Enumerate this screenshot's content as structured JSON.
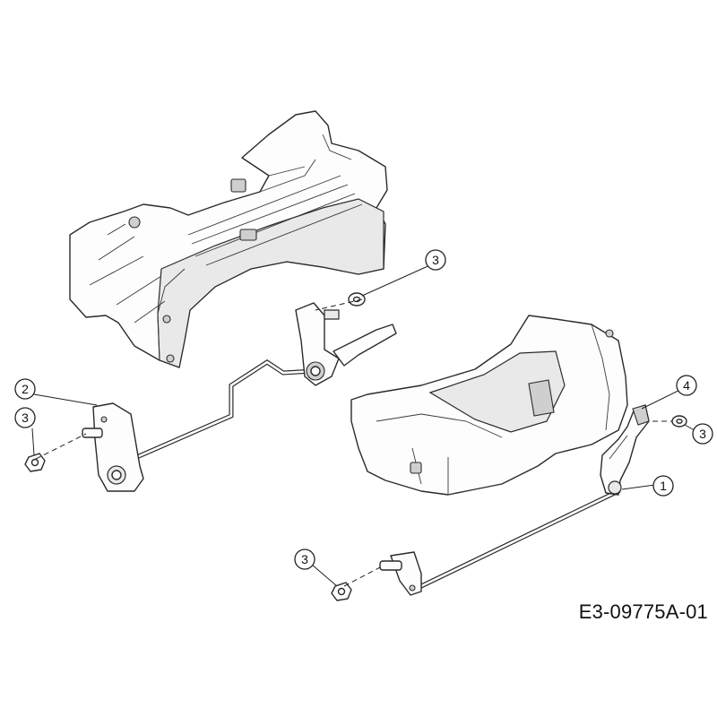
{
  "callouts": {
    "c1": {
      "label": "1"
    },
    "c2": {
      "label": "2"
    },
    "c3a": {
      "label": "3"
    },
    "c3b": {
      "label": "3"
    },
    "c3c": {
      "label": "3"
    },
    "c3d": {
      "label": "3"
    },
    "c4": {
      "label": "4",
      "highlight_color": "#f5e68a"
    }
  },
  "reference_code": "E3-09775A-01"
}
